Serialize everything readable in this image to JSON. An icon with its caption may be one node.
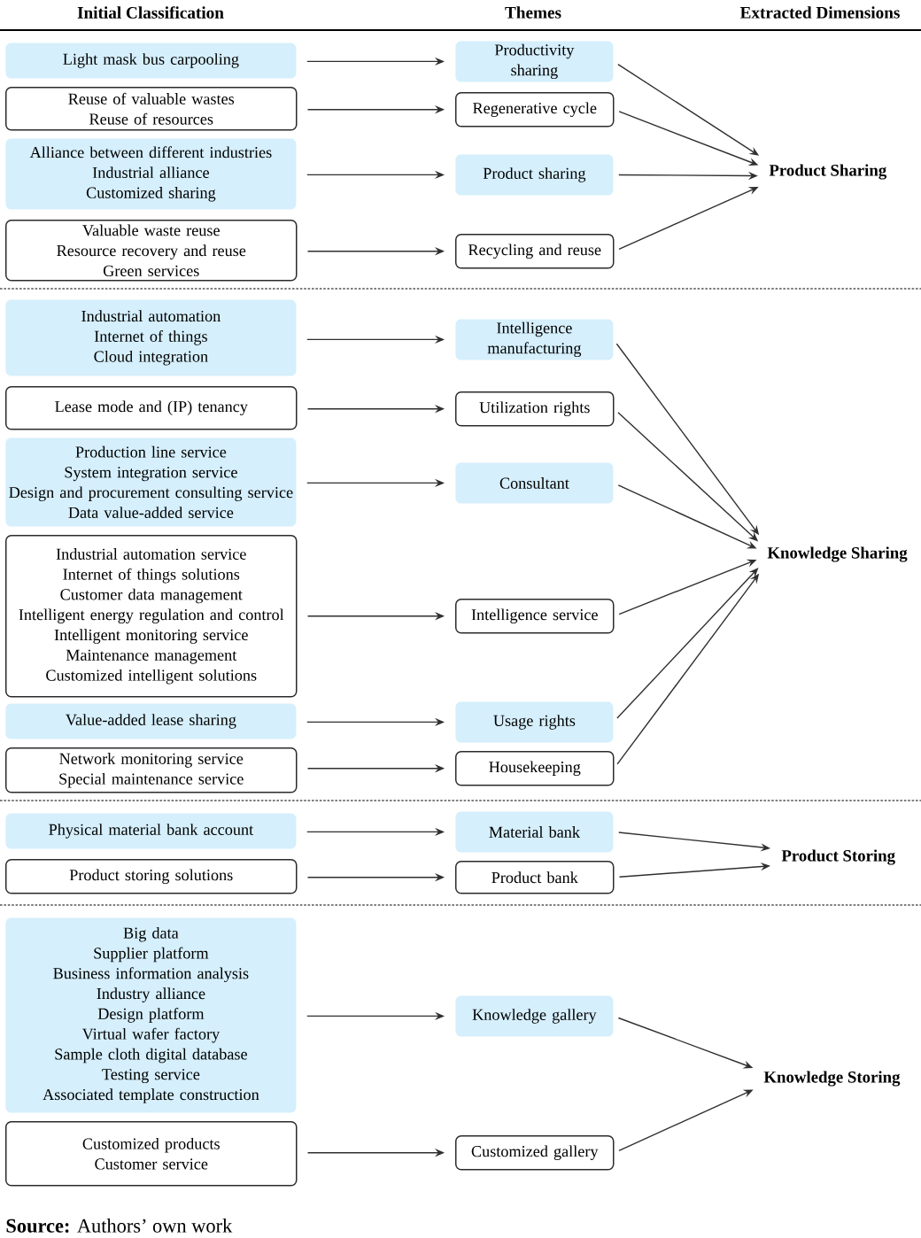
{
  "diagram": {
    "caption": "**Source:** Authors’ own work",
    "nodes": [
      {
        "text": [
          "Light mask bus carpooling"
        ]
      },
      {
        "text": [
          "Reuse of valuable wastes",
          "Reuse of resources"
        ]
      },
      {
        "text": [
          "Alliance between different industries",
          "Industrial alliance",
          "Customized sharing"
        ]
      },
      {
        "text": [
          "Valuable waste reuse",
          "Resource recovery and reuse",
          "Green services"
        ]
      },
      {
        "text": [
          "Industrial automation",
          "Internet of things",
          "Cloud integration"
        ]
      },
      {
        "text": [
          "Lease mode and (IP) tenancy"
        ]
      },
      {
        "text": [
          "Production line service",
          "System integration service",
          "Design and procurement consulting service",
          "Data value-added service"
        ]
      },
      {
        "text": [
          "Industrial automation service",
          "Internet of things solutions",
          "Customer data management",
          "Intelligent energy regulation and control",
          "Intelligent monitoring service",
          "Maintenance management",
          "Customized intelligent solutions"
        ]
      },
      {
        "text": [
          "Value-added lease sharing"
        ]
      },
      {
        "text": [
          "Network monitoring service",
          "Special maintenance service"
        ]
      },
      {
        "text": [
          "Physical material bank account"
        ]
      },
      {
        "text": [
          "Product storing solutions"
        ]
      },
      {
        "text": [
          "Big data",
          "Supplier platform",
          "Business information analysis",
          "Industry alliance",
          "Design platform",
          "Virtual wafer factory",
          "Sample cloth digital database",
          "Testing service",
          "Associated template construction"
        ]
      },
      {
        "text": [
          "Customized products",
          "Customer service"
        ]
      },
      {
        "text": [
          "Productivity sharing"
        ]
      },
      {
        "text": [
          "Regenerative cycle"
        ]
      },
      {
        "text": [
          "Product sharing"
        ]
      },
      {
        "text": [
          "Recycling and reuse"
        ]
      },
      {
        "text": [
          "Intelligence manufacturing"
        ]
      },
      {
        "text": [
          "Utilization rights"
        ]
      },
      {
        "text": [
          "Consultant"
        ]
      },
      {
        "text": [
          "Intelligence service"
        ]
      },
      {
        "text": [
          "Usage rights"
        ]
      },
      {
        "text": [
          "Housekeeping"
        ]
      },
      {
        "text": [
          "Material bank"
        ]
      },
      {
        "text": [
          "Product bank"
        ]
      },
      {
        "text": [
          "Knowledge gallery"
        ]
      },
      {
        "text": [
          "Customized gallery"
        ]
      },
      {
        "text": [
          "Product Sharing"
        ]
      },
      {
        "text": [
          "Knowledge Sharing"
        ]
      },
      {
        "text": [
          "Product Storing"
        ]
      },
      {
        "text": [
          "Knowledge Storing"
        ]
      }
    ],
    "edges": [
      {
        "from": 0,
        "to": 14,
        "arrow": "to"
      },
      {
        "from": 1,
        "to": 15,
        "arrow": "to"
      },
      {
        "from": 2,
        "to": 16,
        "arrow": "to"
      },
      {
        "from": 3,
        "to": 17,
        "arrow": "to"
      },
      {
        "from": 4,
        "to": 18,
        "arrow": "to"
      },
      {
        "from": 5,
        "to": 19,
        "arrow": "to"
      },
      {
        "from": 6,
        "to": 20,
        "arrow": "to"
      },
      {
        "from": 7,
        "to": 21,
        "arrow": "to"
      },
      {
        "from": 8,
        "to": 22,
        "arrow": "to"
      },
      {
        "from": 9,
        "to": 23,
        "arrow": "to"
      },
      {
        "from": 10,
        "to": 24,
        "arrow": "to"
      },
      {
        "from": 11,
        "to": 25,
        "arrow": "to"
      },
      {
        "from": 12,
        "to": 26,
        "arrow": "to"
      },
      {
        "from": 13,
        "to": 27,
        "arrow": "to"
      },
      {
        "from": 14,
        "to": 28,
        "arrow": "to"
      },
      {
        "from": 15,
        "to": 28,
        "arrow": "to"
      },
      {
        "from": 16,
        "to": 28,
        "arrow": "to"
      },
      {
        "from": 17,
        "to": 28,
        "arrow": "to"
      },
      {
        "from": 18,
        "to": 29,
        "arrow": "to"
      },
      {
        "from": 19,
        "to": 29,
        "arrow": "to"
      },
      {
        "from": 20,
        "to": 29,
        "arrow": "to"
      },
      {
        "from": 21,
        "to": 29,
        "arrow": "to"
      },
      {
        "from": 22,
        "to": 29,
        "arrow": "to"
      },
      {
        "from": 23,
        "to": 29,
        "arrow": "to"
      },
      {
        "from": 24,
        "to": 30,
        "arrow": "to"
      },
      {
        "from": 25,
        "to": 30,
        "arrow": "to"
      },
      {
        "from": 26,
        "to": 31,
        "arrow": "to"
      },
      {
        "from": 27,
        "to": 31,
        "arrow": "to"
      }
    ],
    "labels": [
      "Initial Classification",
      "Themes",
      "Extracted Dimensions"
    ]
  }
}
